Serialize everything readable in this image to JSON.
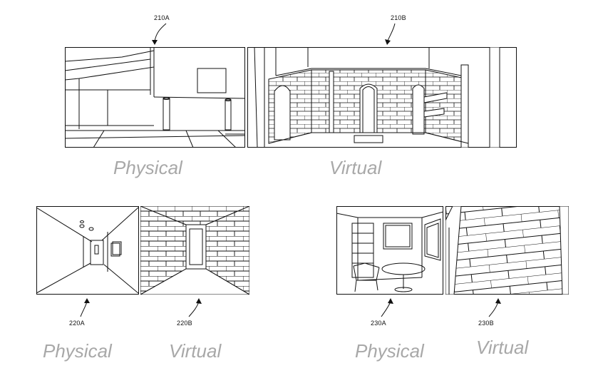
{
  "figures": {
    "f210": {
      "ref_a": "210A",
      "ref_b": "210B",
      "caption_a": "Physical",
      "caption_b": "Virtual"
    },
    "f220": {
      "ref_a": "220A",
      "ref_b": "220B",
      "caption_a": "Physical",
      "caption_b": "Virtual"
    },
    "f230": {
      "ref_a": "230A",
      "ref_b": "230B",
      "caption_a": "Physical",
      "caption_b": "Virtual"
    }
  }
}
